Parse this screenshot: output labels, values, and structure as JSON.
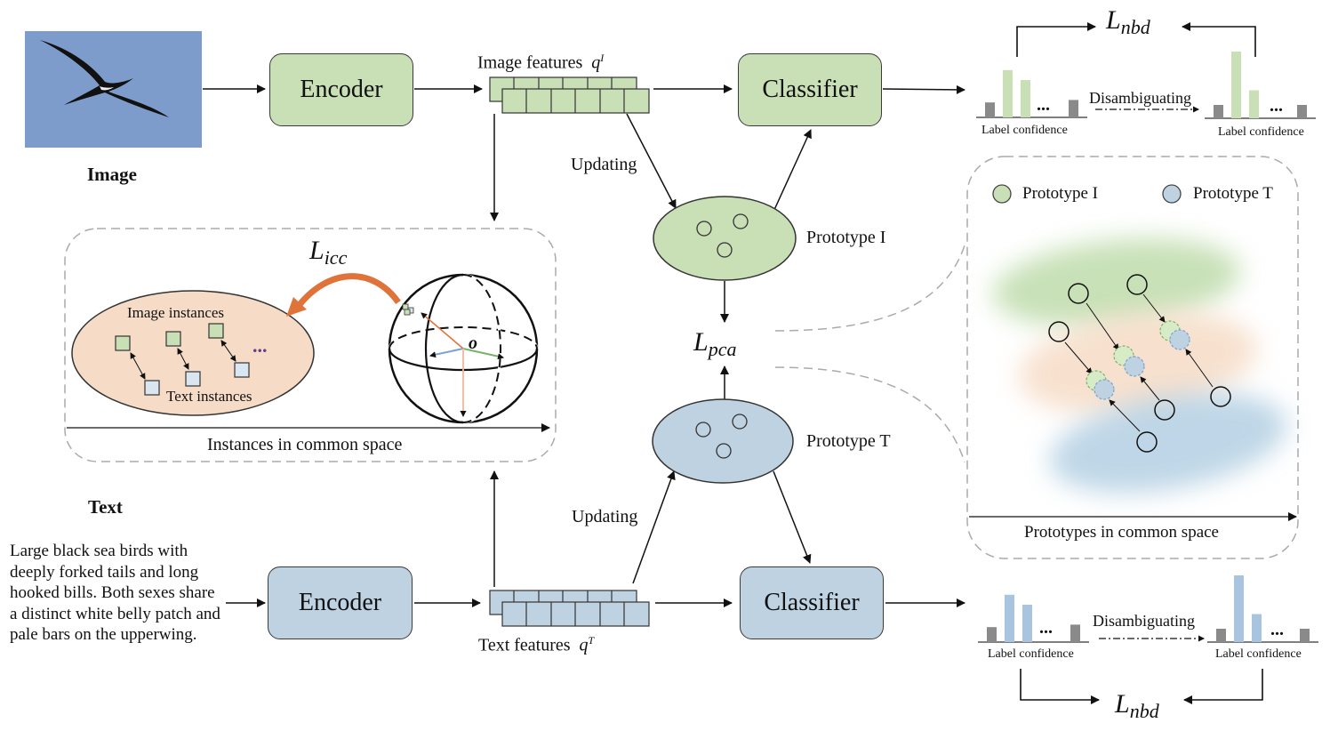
{
  "image_label": "Image",
  "text_label": "Text",
  "text_description": "Large black sea birds with deeply forked tails and long hooked bills.  Both sexes share a distinct white belly patch and pale bars on the upperwing.",
  "encoder_top": "Encoder",
  "encoder_bottom": "Encoder",
  "classifier_top": "Classifier",
  "classifier_bottom": "Classifier",
  "image_features": "Image features",
  "image_features_symbol": "q",
  "image_features_sup": "I",
  "text_features": "Text features",
  "text_features_symbol": "q",
  "text_features_sup": "T",
  "updating_top": "Updating",
  "updating_bottom": "Updating",
  "prototype_i": "Prototype I",
  "prototype_t": "Prototype T",
  "loss_icc": {
    "main": "L",
    "sub": "icc"
  },
  "loss_pca": {
    "main": "L",
    "sub": "pca"
  },
  "loss_nbd_top": {
    "main": "L",
    "sub": "nbd"
  },
  "loss_nbd_bottom": {
    "main": "L",
    "sub": "nbd"
  },
  "image_instances": "Image instances",
  "text_instances": "Text instances",
  "instances_axis": "Instances in common  space",
  "sphere_origin": "o",
  "dots": "...",
  "label_confidence": "Label confidence",
  "disambiguating": "Disambiguating",
  "legend_proto_i": "Prototype I",
  "legend_proto_t": "Prototype T",
  "prototypes_axis": "Prototypes in common space",
  "colors": {
    "green_fill": "#c9dfb6",
    "blue_fill": "#bed2e2",
    "peach_fill": "#f6dcc6",
    "arrow_orange": "#e0733a",
    "sky": "#7d9ccc"
  },
  "bars": {
    "top_before": [
      0.3,
      0.95,
      0.75,
      0.35
    ],
    "top_after": [
      0.2,
      1.0,
      0.42,
      0.2
    ],
    "bottom_before": [
      0.3,
      0.95,
      0.75,
      0.35
    ],
    "bottom_after": [
      0.2,
      1.0,
      0.42,
      0.2
    ]
  }
}
